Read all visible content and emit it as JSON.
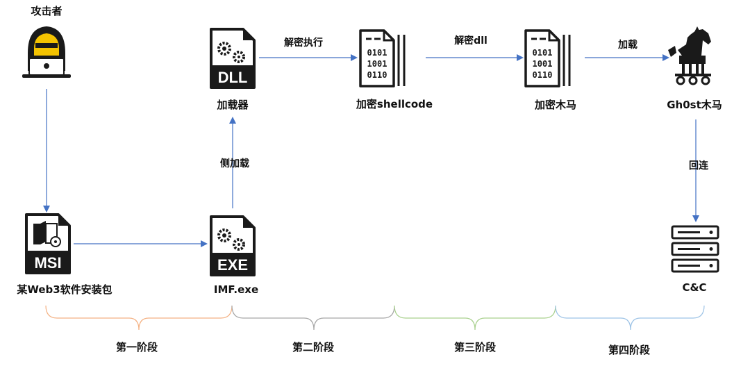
{
  "nodes": {
    "attacker": {
      "label": "攻击者",
      "icon": "hacker-icon"
    },
    "msi": {
      "label": "某Web3软件安装包",
      "icon": "msi-file-icon",
      "badge": "MSI"
    },
    "exe": {
      "label": "IMF.exe",
      "icon": "exe-file-icon",
      "badge": "EXE"
    },
    "dll": {
      "label": "加载器",
      "icon": "dll-file-icon",
      "badge": "DLL"
    },
    "shellcode": {
      "label": "加密shellcode",
      "icon": "binary-document-icon",
      "binary": [
        "0101",
        "1001",
        "0110"
      ]
    },
    "encrypted_trojan": {
      "label": "加密木马",
      "icon": "binary-document-icon",
      "binary": [
        "0101",
        "1001",
        "0110"
      ]
    },
    "gh0st": {
      "label": "Gh0st木马",
      "icon": "trojan-horse-icon"
    },
    "cc": {
      "label": "C&C",
      "icon": "server-rack-icon"
    }
  },
  "edges": {
    "side_load": "侧加载",
    "decrypt_execute": "解密执行",
    "decrypt_dll": "解密dll",
    "load": "加载",
    "callback": "回连"
  },
  "stages": [
    "第一阶段",
    "第二阶段",
    "第三阶段",
    "第四阶段"
  ],
  "colors": {
    "arrow": "#4472c4",
    "stage1": "#f4b183",
    "stage2": "#a6a6a6",
    "stage3": "#a9d18e",
    "stage4": "#9dc3e6",
    "icon": "#1a1a1a",
    "hood": "#f4c300"
  }
}
